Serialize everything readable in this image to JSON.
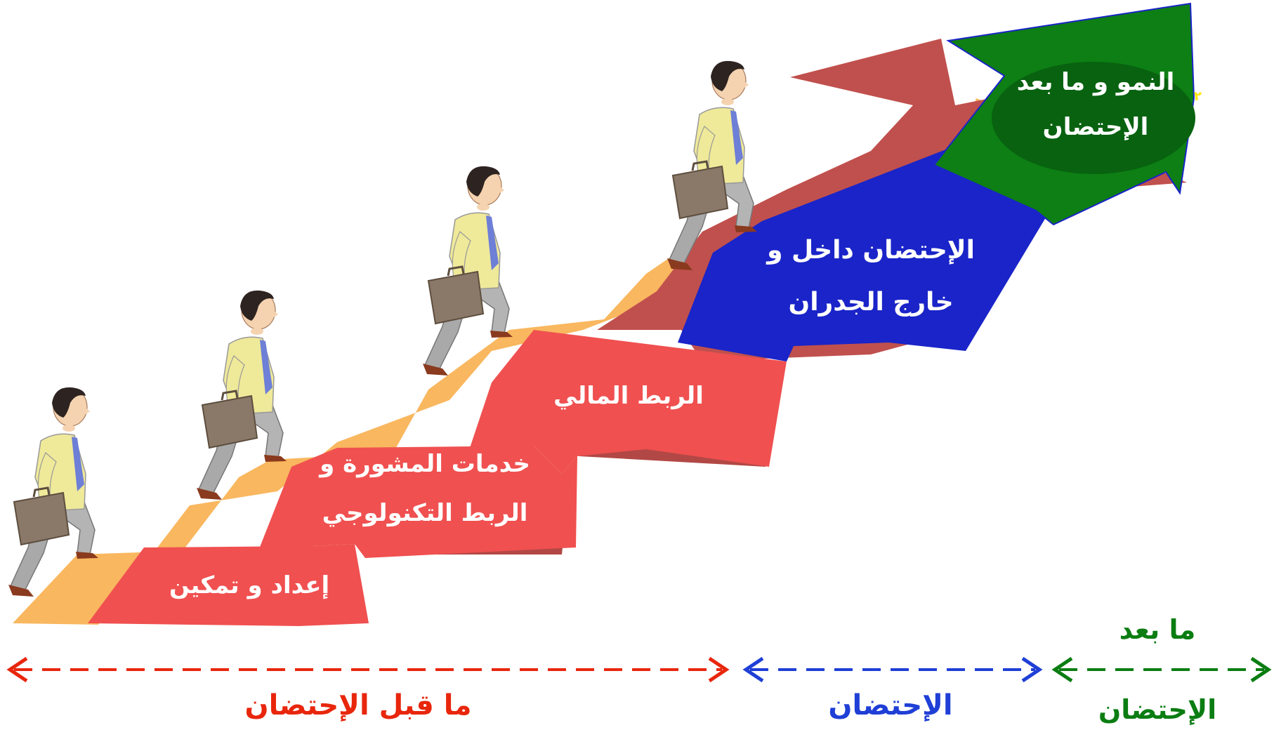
{
  "steps": [
    {
      "id": "prep",
      "label": "إعداد و تمكين"
    },
    {
      "id": "advisory",
      "line1": "خدمات المشورة و",
      "line2": "الربط التكنولوجي"
    },
    {
      "id": "finance",
      "label": "الربط المالي"
    },
    {
      "id": "incubation",
      "line1": "الإحتضان داخل و",
      "line2": "خارج الجدران"
    },
    {
      "id": "growth",
      "line1": "النمو و ما بعد",
      "line2": "الإحتضان"
    }
  ],
  "phases": [
    {
      "id": "pre",
      "label": "ما قبل الإحتضان",
      "color": "#e8260c"
    },
    {
      "id": "during",
      "label": "الإحتضان",
      "color": "#1f3fd6"
    },
    {
      "id": "post",
      "line1": "ما بعد",
      "line2": "الإحتضان",
      "color": "#0b7d12"
    }
  ],
  "colors": {
    "red_step": "#f05050",
    "red_shadow": "#c0504d",
    "orange_edge": "#f9b75f",
    "blue_step": "#1a24c8",
    "green_step": "#0d7f14",
    "green_oval": "#086210"
  }
}
